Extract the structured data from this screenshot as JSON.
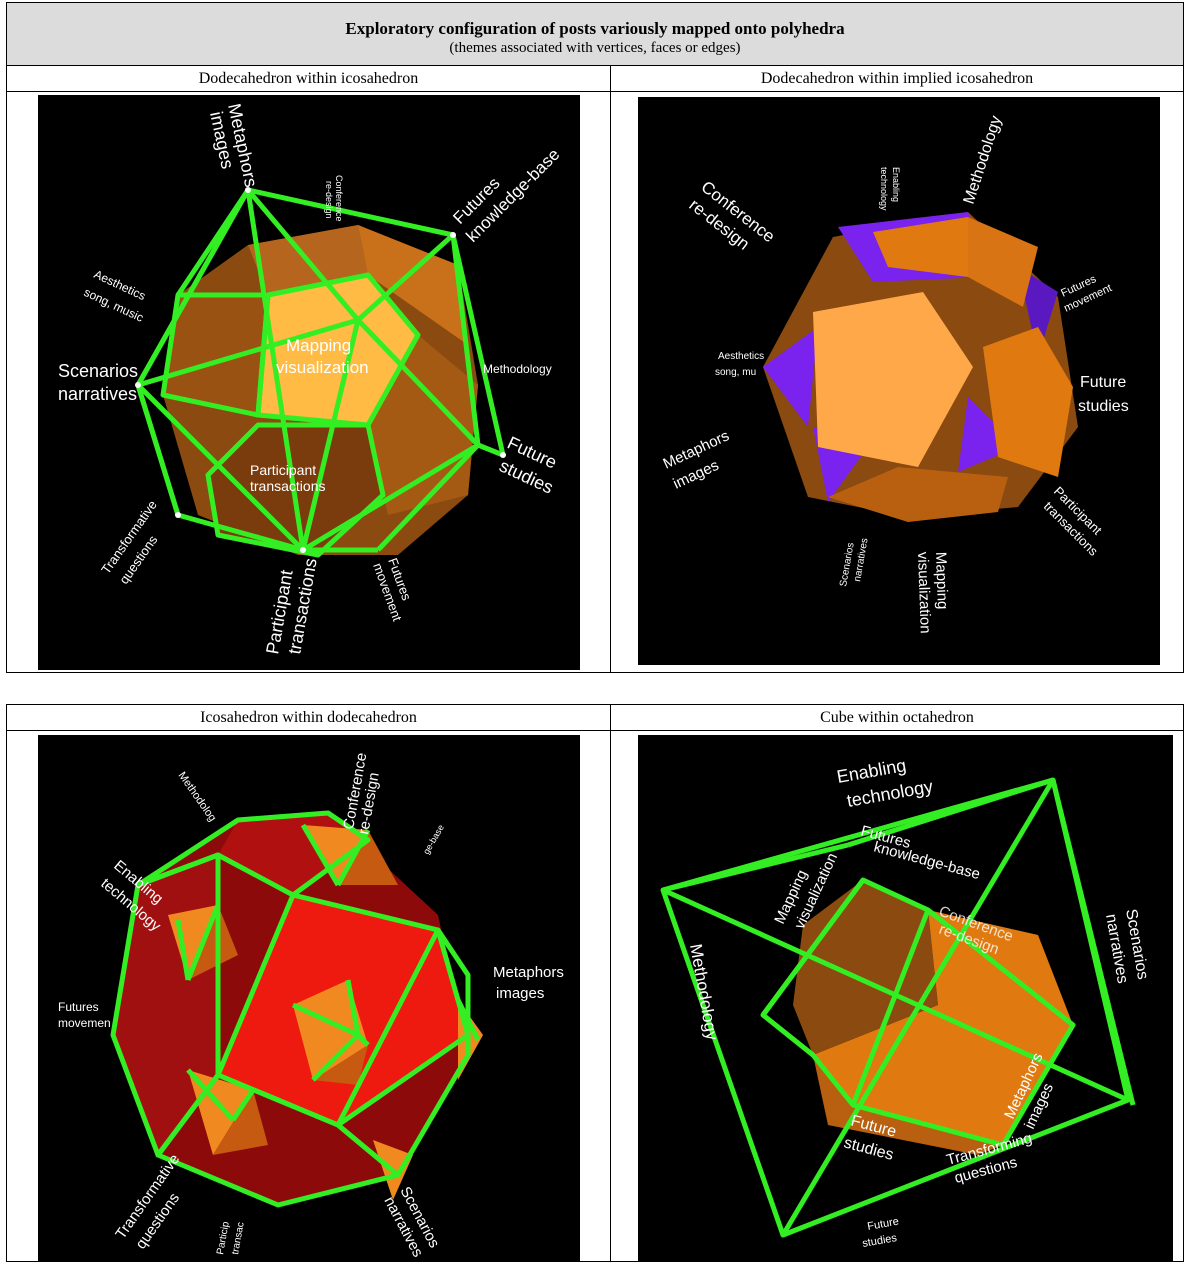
{
  "header": {
    "title": "Exploratory configuration of posts variously mapped onto polyhedra",
    "subtitle": "(themes associated with vertices, faces or edges)"
  },
  "panels": [
    {
      "caption": "Dodecahedron within icosahedron",
      "labels": {
        "metaphors": "Metaphors",
        "images": "images",
        "conference": "Conference",
        "redesign": "re-design",
        "futures": "Futures",
        "knowledge": "knowledge-base",
        "aesthetics": "Aesthetics",
        "song": "song, music",
        "mapping": "Mapping",
        "visualization": "visualization",
        "scenarios": "Scenarios",
        "narratives": "narratives",
        "methodology": "Methodology",
        "future": "Future",
        "studies": "studies",
        "participant": "Participant",
        "transactions": "transactions",
        "transformative": "Transformative",
        "questions": "questions",
        "futures2": "Futures",
        "movement": "movement"
      }
    },
    {
      "caption": "Dodecahedron within implied icosahedron",
      "labels": {
        "conference": "Conference",
        "redesign": "re-design",
        "enabling": "Enabling",
        "technology": "technology",
        "methodology": "Methodology",
        "futures": "Futures",
        "movement": "movement",
        "aesthetics": "Aesthetics",
        "song": "song, mu",
        "future": "Future",
        "studies": "studies",
        "metaphors": "Metaphors",
        "images": "images",
        "scenarios": "Scenarios",
        "narratives": "narratives",
        "mapping": "Mapping",
        "visualization": "visualization",
        "participant": "Participant",
        "transactions": "transactions"
      }
    },
    {
      "caption": "Icosahedron within dodecahedron",
      "labels": {
        "methodology": "Methodolog",
        "conference": "Conference",
        "redesign": "re-design",
        "knowledge": "ge-base",
        "enabling": "Enabling",
        "technology": "technology",
        "metaphors": "Metaphors",
        "images": "images",
        "futures": "Futures",
        "movement": "movemen",
        "transformative": "Transformative",
        "questions": "questions",
        "participant": "Particip",
        "transac": "transac",
        "scenarios": "Scenarios",
        "narratives": "narratives"
      }
    },
    {
      "caption": "Cube within octahedron",
      "labels": {
        "enabling": "Enabling",
        "technology": "technology",
        "futures": "Futures",
        "knowledge": "knowledge-base",
        "mapping": "Mapping",
        "visualization": "visualization",
        "conference": "Conference",
        "redesign": "re-design",
        "scenarios": "Scenarios",
        "narratives": "narratives",
        "methodology": "Methodology",
        "future": "Future",
        "studies": "studies",
        "metaphors": "Metaphors",
        "images": "images",
        "transform": "Transforming",
        "questions": "questions",
        "future2": "Future",
        "studies2": "studies"
      }
    }
  ],
  "colors": {
    "edge_green": "#33ee22",
    "orange": "#e07a10",
    "light_orange": "#ffbb55",
    "brown": "#8a4a10",
    "purple": "#7a22ee",
    "red": "#ee1a10",
    "dark_red": "#8c0a0a"
  }
}
